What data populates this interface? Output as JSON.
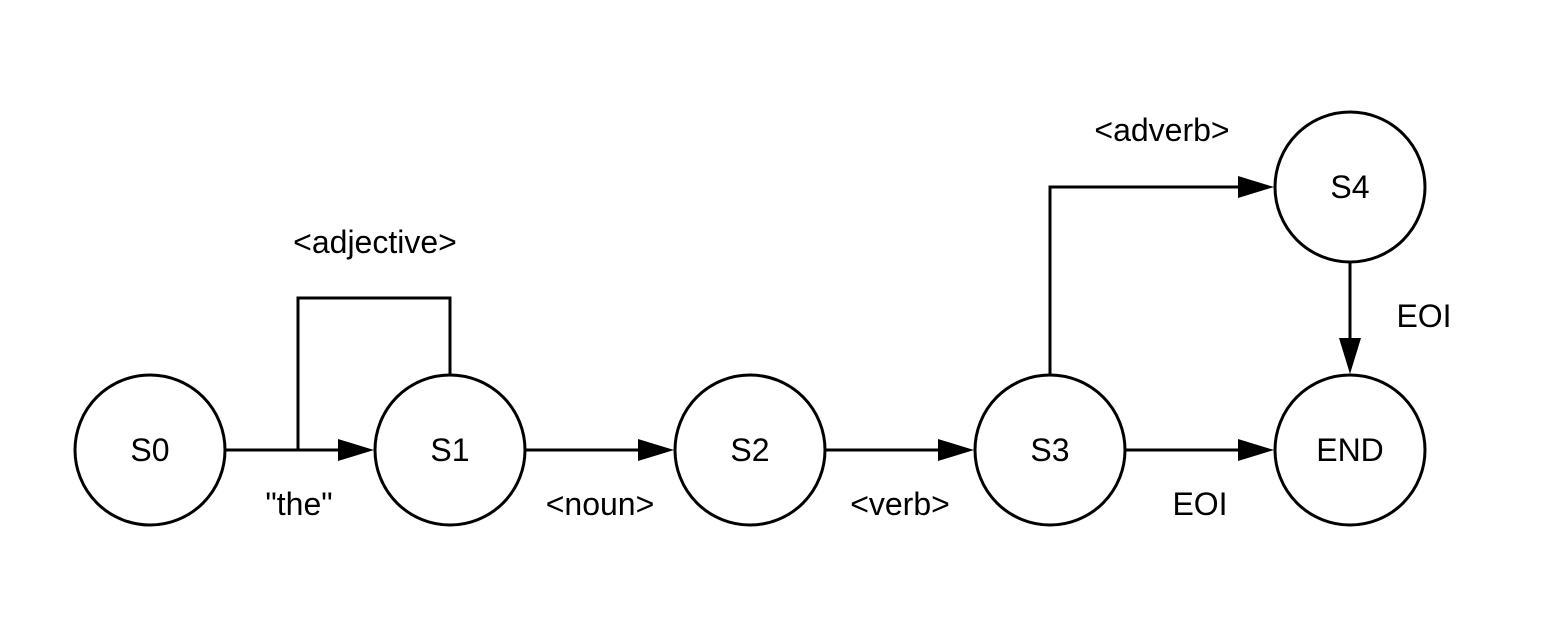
{
  "states": {
    "s0": "S0",
    "s1": "S1",
    "s2": "S2",
    "s3": "S3",
    "s4": "S4",
    "end": "END"
  },
  "transitions": {
    "s0_to_s1": "\"the\"",
    "s1_loop": "<adjective>",
    "s1_to_s2": "<noun>",
    "s2_to_s3": "<verb>",
    "s3_to_s4": "<adverb>",
    "s3_to_end": "EOI",
    "s4_to_end": "EOI"
  },
  "colors": {
    "stroke": "#000000",
    "background": "#ffffff"
  }
}
